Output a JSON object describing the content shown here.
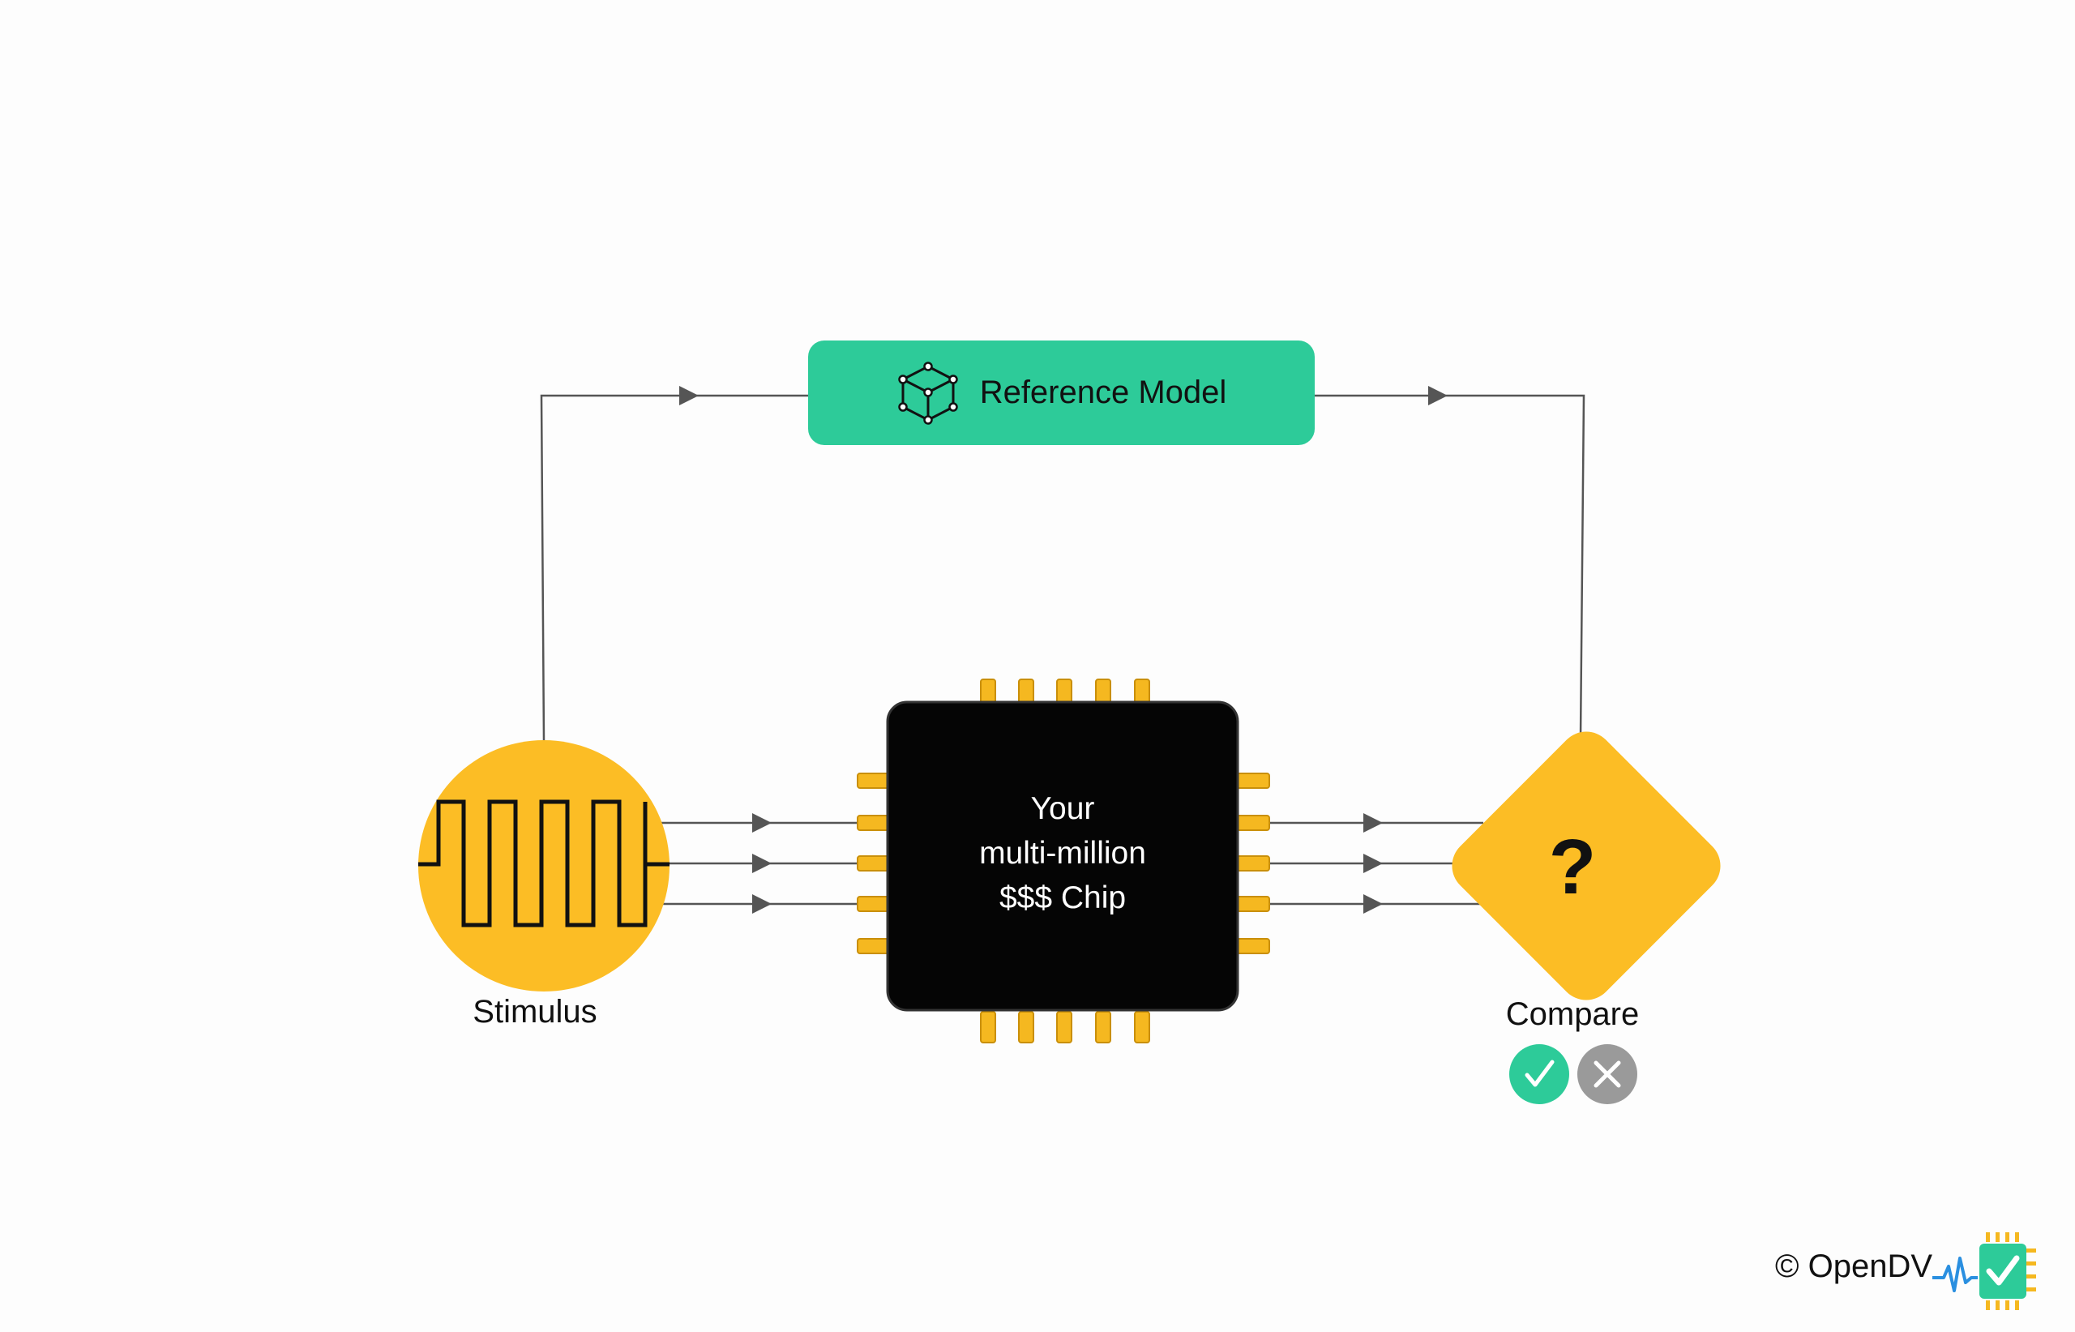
{
  "diagram": {
    "reference_model": {
      "label": "Reference Model",
      "icon": "cube-icon",
      "color": "#2dcb99"
    },
    "chip": {
      "line1": "Your",
      "line2": "multi-million",
      "line3": "$$$ Chip",
      "body_color": "#000000",
      "pin_color": "#f5b820"
    },
    "stimulus": {
      "label": "Stimulus",
      "icon": "square-wave-icon",
      "color": "#fcbd25"
    },
    "compare": {
      "label": "Compare",
      "symbol": "?",
      "color": "#fcbd25"
    },
    "results": {
      "pass_icon": "checkmark-icon",
      "fail_icon": "cross-icon",
      "pass_color": "#2dcb99",
      "fail_color": "#9a9a9a"
    }
  },
  "footer": {
    "copyright": "© OpenDV"
  }
}
